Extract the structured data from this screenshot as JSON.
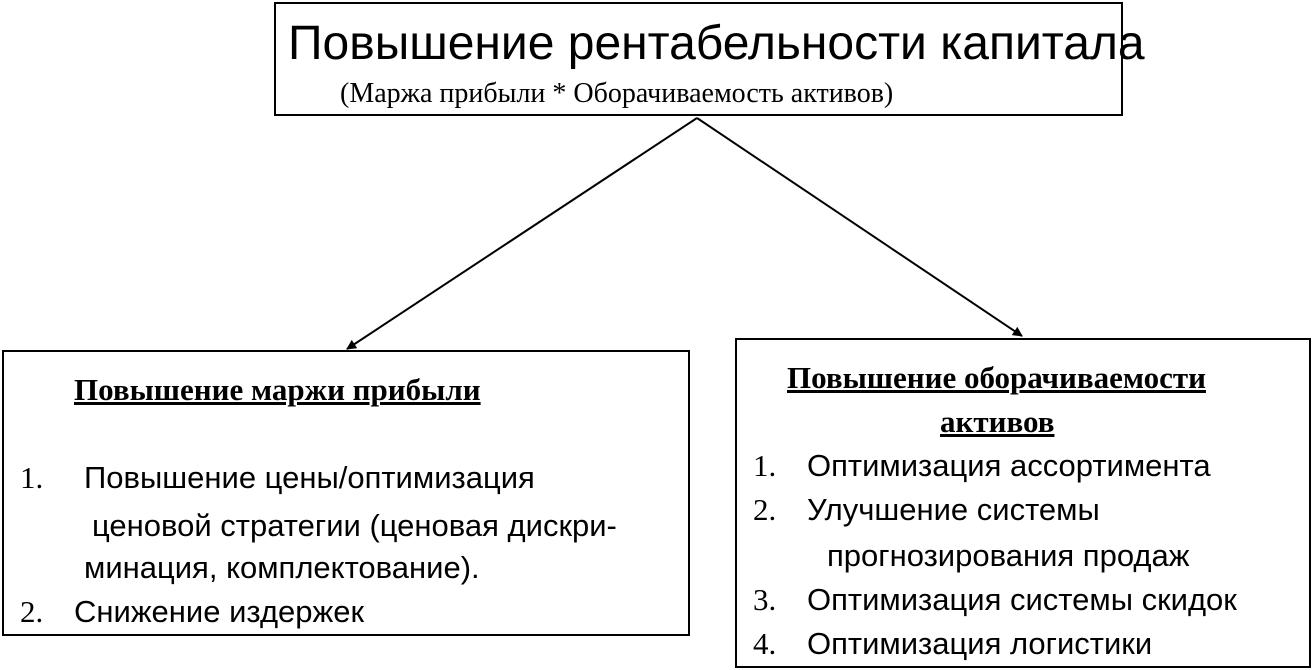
{
  "top": {
    "title": "Повышение рентабельности капитала",
    "subtitle": "(Маржа прибыли *  Оборачиваемость активов)"
  },
  "left": {
    "heading": "Повышение маржи прибыли",
    "items": [
      {
        "number": "1.",
        "lines": [
          "Повышение цены/оптимизация",
          "ценовой стратегии (ценовая дискри-",
          "минация, комплектование)."
        ]
      },
      {
        "number": "2.",
        "lines": [
          "Снижение издержек"
        ]
      }
    ]
  },
  "right": {
    "heading_lines": [
      "Повышение оборачиваемости",
      "активов"
    ],
    "items": [
      {
        "number": "1.",
        "lines": [
          "Оптимизация ассортимента"
        ]
      },
      {
        "number": "2.",
        "lines": [
          "Улучшение системы",
          "прогнозирования  продаж"
        ]
      },
      {
        "number": "3.",
        "lines": [
          "Оптимизация системы скидок"
        ]
      },
      {
        "number": "4.",
        "lines": [
          "Оптимизация логистики"
        ]
      }
    ]
  },
  "colors": {
    "stroke": "#000000",
    "background": "#ffffff"
  }
}
